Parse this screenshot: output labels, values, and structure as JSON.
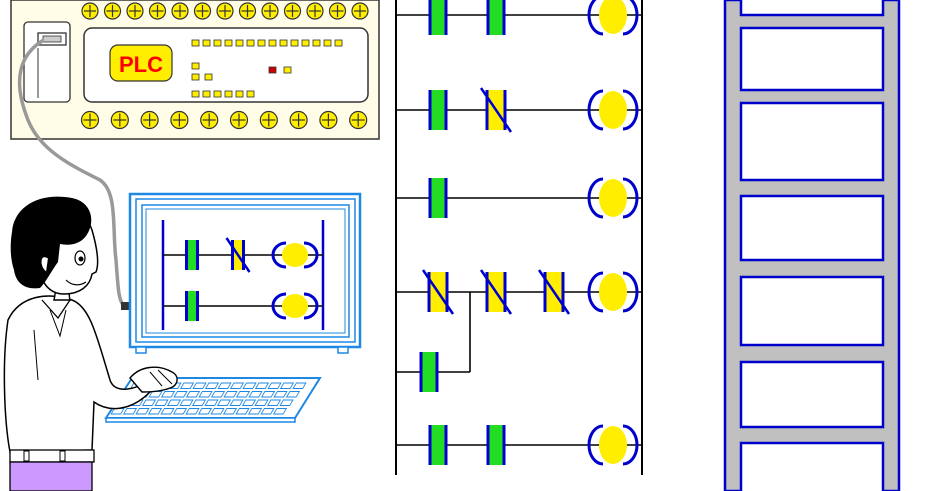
{
  "plc": {
    "label": "PLC",
    "top_terminal_count": 13,
    "bottom_terminal_count": 10
  },
  "colors": {
    "plc_body": "#fffce8",
    "plc_label_bg": "#ffee00",
    "plc_label_text": "#ff0000",
    "led_yellow": "#ffee00",
    "led_red": "#cc0000",
    "rung_blue": "#0000cc",
    "rung_black": "#000000",
    "contact_green": "#22dd22",
    "contact_yellow": "#ffee00",
    "coil_yellow": "#ffee00",
    "screen_blue": "#1e88e5",
    "ladder_gray": "#c0c0c0",
    "pants_purple": "#cc99ff",
    "hair_black": "#000000"
  },
  "ladder_diagram": {
    "rungs": [
      {
        "contacts": [
          "NO",
          "NO"
        ],
        "coil": true
      },
      {
        "contacts": [
          "NO",
          "NC"
        ],
        "coil": true
      },
      {
        "contacts": [
          "NO"
        ],
        "coil": true
      },
      {
        "contacts": [
          "NC",
          "NC",
          "NC"
        ],
        "coil": true,
        "branch": [
          "NO"
        ]
      },
      {
        "contacts": [
          "NO",
          "NO"
        ],
        "coil": true
      }
    ]
  },
  "monitor": {
    "rungs": [
      {
        "contacts": [
          "NO",
          "NC"
        ],
        "coil": true
      },
      {
        "contacts": [
          "NO"
        ],
        "coil": true
      }
    ]
  },
  "ladder_graphic": {
    "rung_count": 6
  }
}
